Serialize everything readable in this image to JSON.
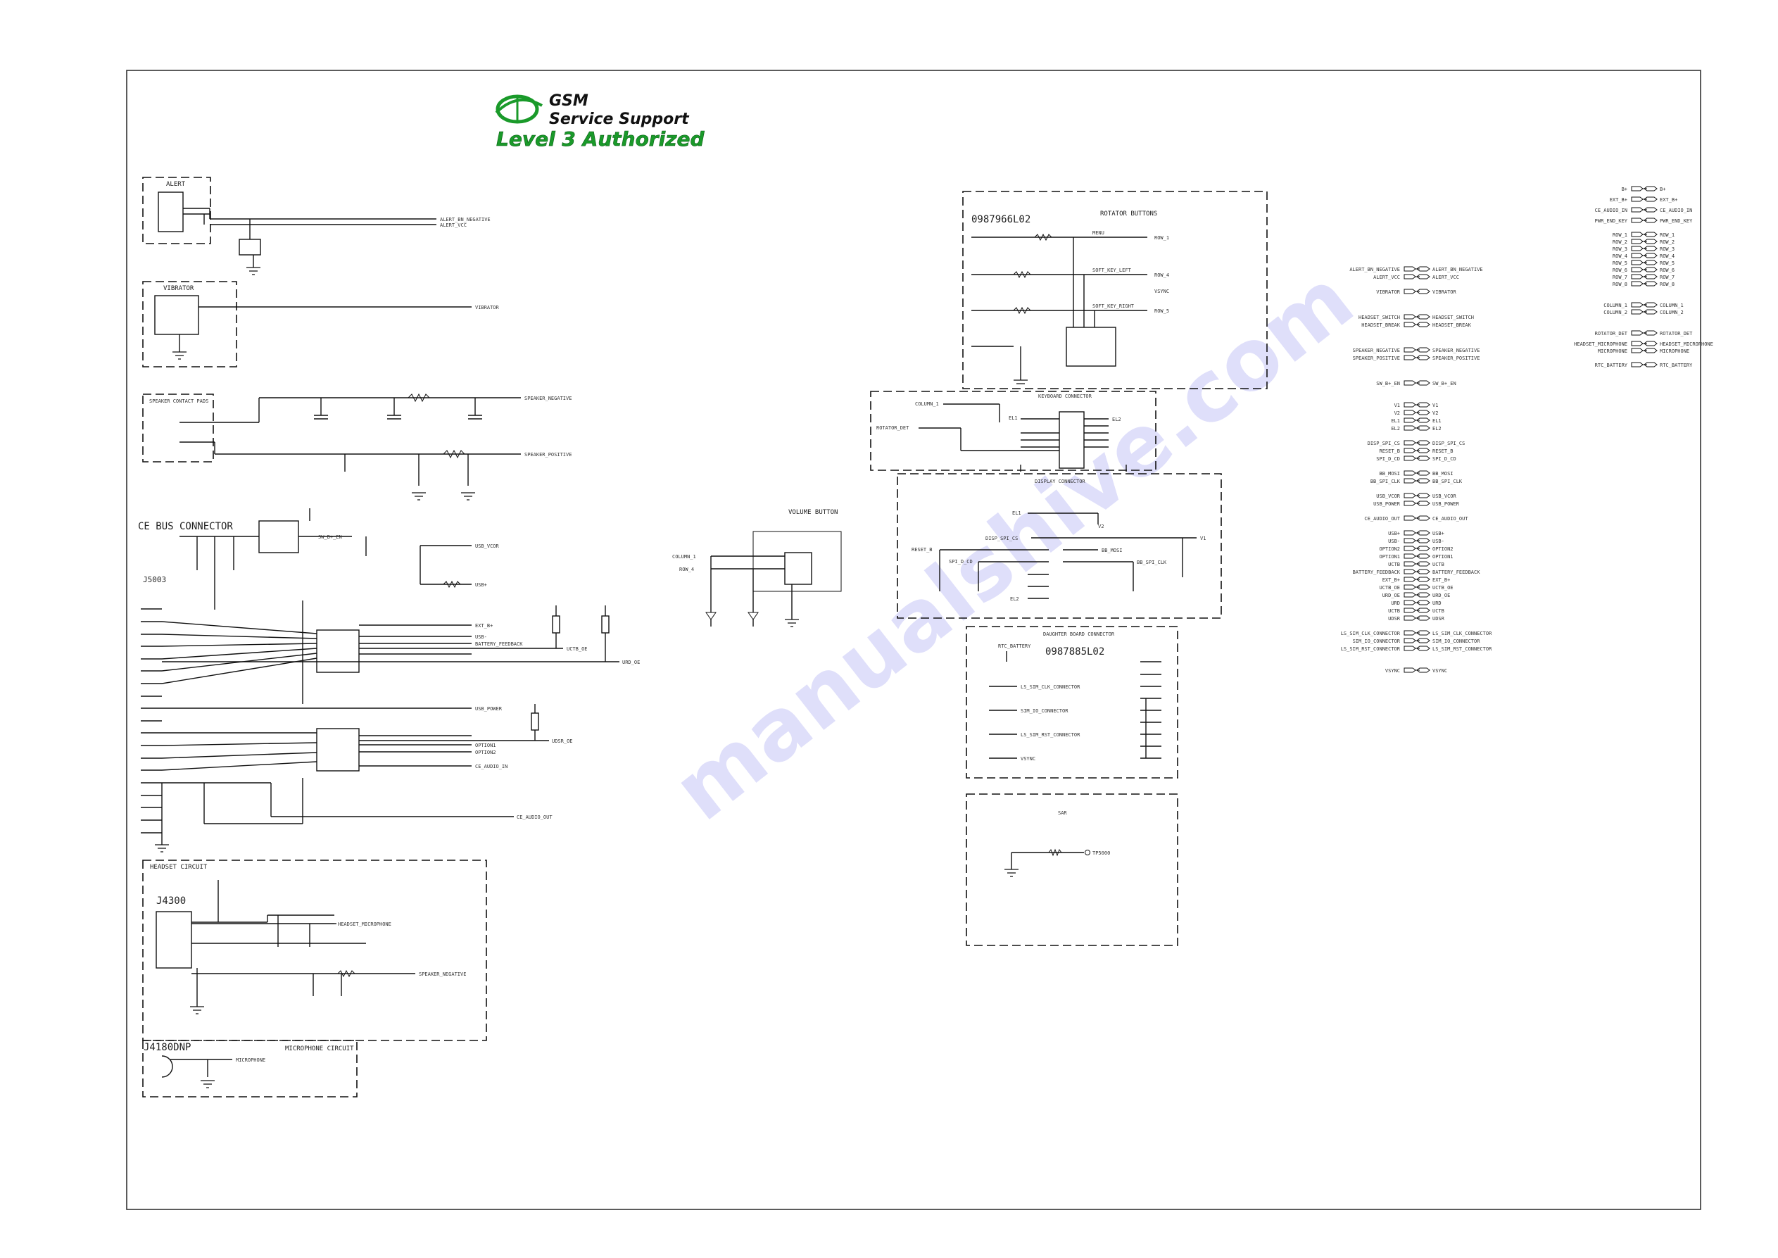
{
  "logo": {
    "line1": "GSM",
    "line2": "Service Support",
    "line3": "Level 3 Authorized"
  },
  "watermark": "manualshive.com",
  "blocks": {
    "alert": "ALERT",
    "vibrator": "VIBRATOR",
    "speaker_pads": "SPEAKER CONTACT PADS",
    "ce_bus": "CE BUS CONNECTOR",
    "ce_bus_ref": "J5003",
    "headset": "HEADSET CIRCUIT",
    "headset_ref": "J4300",
    "microphone": "MICROPHONE CIRCUIT",
    "microphone_ref": "J4180DNP",
    "volume": "VOLUME BUTTON",
    "rotator_part": "0987966L02",
    "rotator": "ROTATOR BUTTONS",
    "keyboard": "KEYBOARD CONNECTOR",
    "display": "DISPLAY CONNECTOR",
    "daughter": "DAUGHTER BOARD CONNECTOR",
    "daughter_part": "0987885L02",
    "sar": "SAR"
  },
  "nets": {
    "alert_out1": "ALERT_BN_NEGATIVE",
    "alert_out2": "ALERT_VCC",
    "vibrator_out": "VIBRATOR",
    "spk_neg": "SPEAKER_NEGATIVE",
    "spk_pos": "SPEAKER_POSITIVE",
    "sw_b": "SW_B+_EN",
    "usb_vcor": "USB_VCOR",
    "usb_plus": "USB+",
    "usb_minus": "USB-",
    "ext_b": "EXT_B+",
    "battery_feedback": "BATTERY_FEEDBACK",
    "uctb_oe": "UCTB_OE",
    "urd_oe": "URD_OE",
    "usb_power": "USB_POWER",
    "option1": "OPTION1",
    "option2": "OPTION2",
    "ce_audio_in": "CE_AUDIO_IN",
    "ce_audio_out": "CE_AUDIO_OUT",
    "udsr_oe": "UDSR_OE",
    "headset_mic": "HEADSET_MICROPHONE",
    "microphone": "MICROPHONE",
    "column1": "COLUMN_1",
    "row4": "ROW_4",
    "menu": "MENU",
    "soft_left": "SOFT_KEY_LEFT",
    "soft_right": "SOFT_KEY_RIGHT",
    "row1": "ROW_1",
    "row_v4": "ROW_4",
    "row5": "ROW_5",
    "vsync": "VSYNC",
    "rotator_det": "ROTATOR_DET",
    "reset": "RESET_B",
    "disp_spi_cs": "DISP_SPI_CS",
    "spi_d_cd": "SPI_D_CD",
    "bb_mosi": "BB_MOSI",
    "bb_spi_clk": "BB_SPI_CLK",
    "el1": "EL1",
    "el2": "EL2",
    "v1": "V1",
    "v2": "V2",
    "ls_sim_clk": "LS_SIM_CLK_CONNECTOR",
    "sim_io": "SIM_IO_CONNECTOR",
    "ls_sim_rst": "LS_SIM_RST_CONNECTOR",
    "rtc_battery": "RTC_BATTERY",
    "tp": "TP5000"
  },
  "right_nets": [
    "ALERT_BN_NEGATIVE",
    "ALERT_VCC",
    "VIBRATOR",
    "HEADSET_SWITCH",
    "HEADSET_BREAK",
    "SPEAKER_NEGATIVE",
    "SPEAKER_POSITIVE",
    "SW_B+_EN",
    "V1",
    "V2",
    "EL1",
    "EL2",
    "DISP_SPI_CS",
    "RESET_B",
    "SPI_D_CD",
    "BB_MOSI",
    "BB_SPI_CLK",
    "USB_VCOR",
    "USB_POWER",
    "CE_AUDIO_OUT",
    "USB+",
    "USB-",
    "OPTION2",
    "OPTION1",
    "UCTB",
    "BATTERY_FEEDBACK",
    "EXT_B+",
    "UCTB_OE",
    "URD_OE",
    "URD",
    "UCTB",
    "UDSR",
    "LS_SIM_CLK_CONNECTOR",
    "SIM_IO_CONNECTOR",
    "LS_SIM_RST_CONNECTOR",
    "VSYNC"
  ],
  "far_right_nets": [
    "B+",
    "EXT_B+",
    "CE_AUDIO_IN",
    "PWR_END_KEY",
    "ROW_1",
    "ROW_2",
    "ROW_3",
    "ROW_4",
    "ROW_5",
    "ROW_6",
    "ROW_7",
    "ROW_8",
    "COLUMN_1",
    "COLUMN_2",
    "ROTATOR_DET",
    "HEADSET_MICROPHONE",
    "MICROPHONE",
    "RTC_BATTERY"
  ]
}
